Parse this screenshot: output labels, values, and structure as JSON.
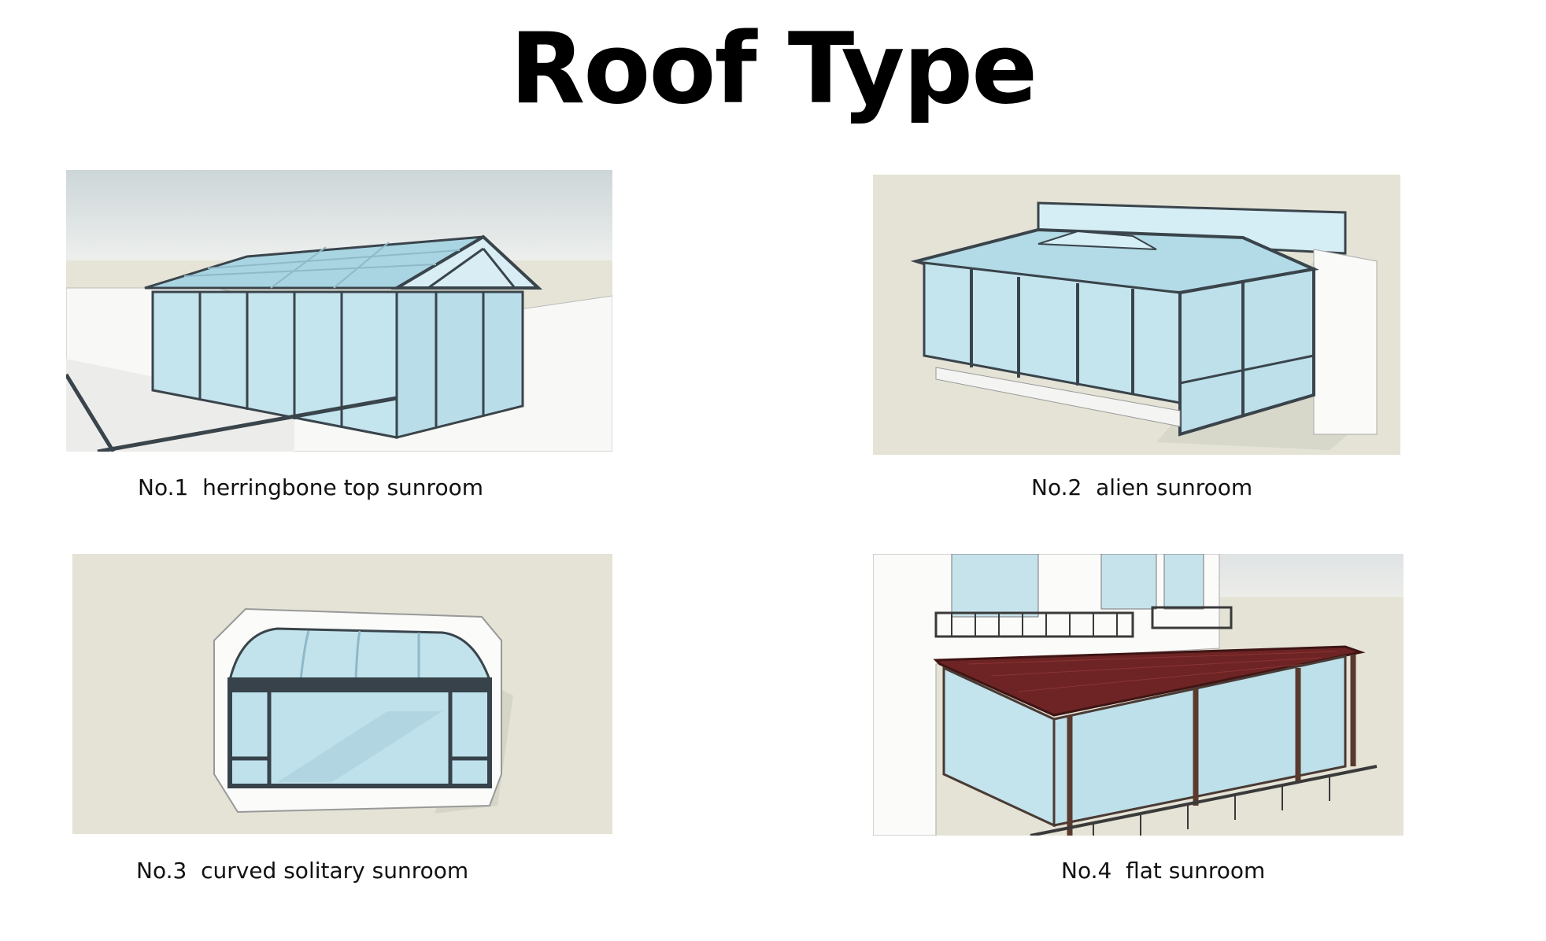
{
  "page": {
    "title": "Roof Type"
  },
  "items": [
    {
      "caption": "No.1  herringbone top sunroom",
      "icon": "herringbone-sunroom-illustration"
    },
    {
      "caption": "No.2  alien sunroom",
      "icon": "alien-sunroom-illustration"
    },
    {
      "caption": "No.3  curved solitary sunroom",
      "icon": "curved-sunroom-illustration"
    },
    {
      "caption": "No.4  flat sunroom",
      "icon": "flat-sunroom-illustration"
    }
  ],
  "colors": {
    "ground": "#e4e3d6",
    "glass": "#bfe3ee",
    "frame": "#37424a",
    "roof_tile": "#6e2424"
  }
}
